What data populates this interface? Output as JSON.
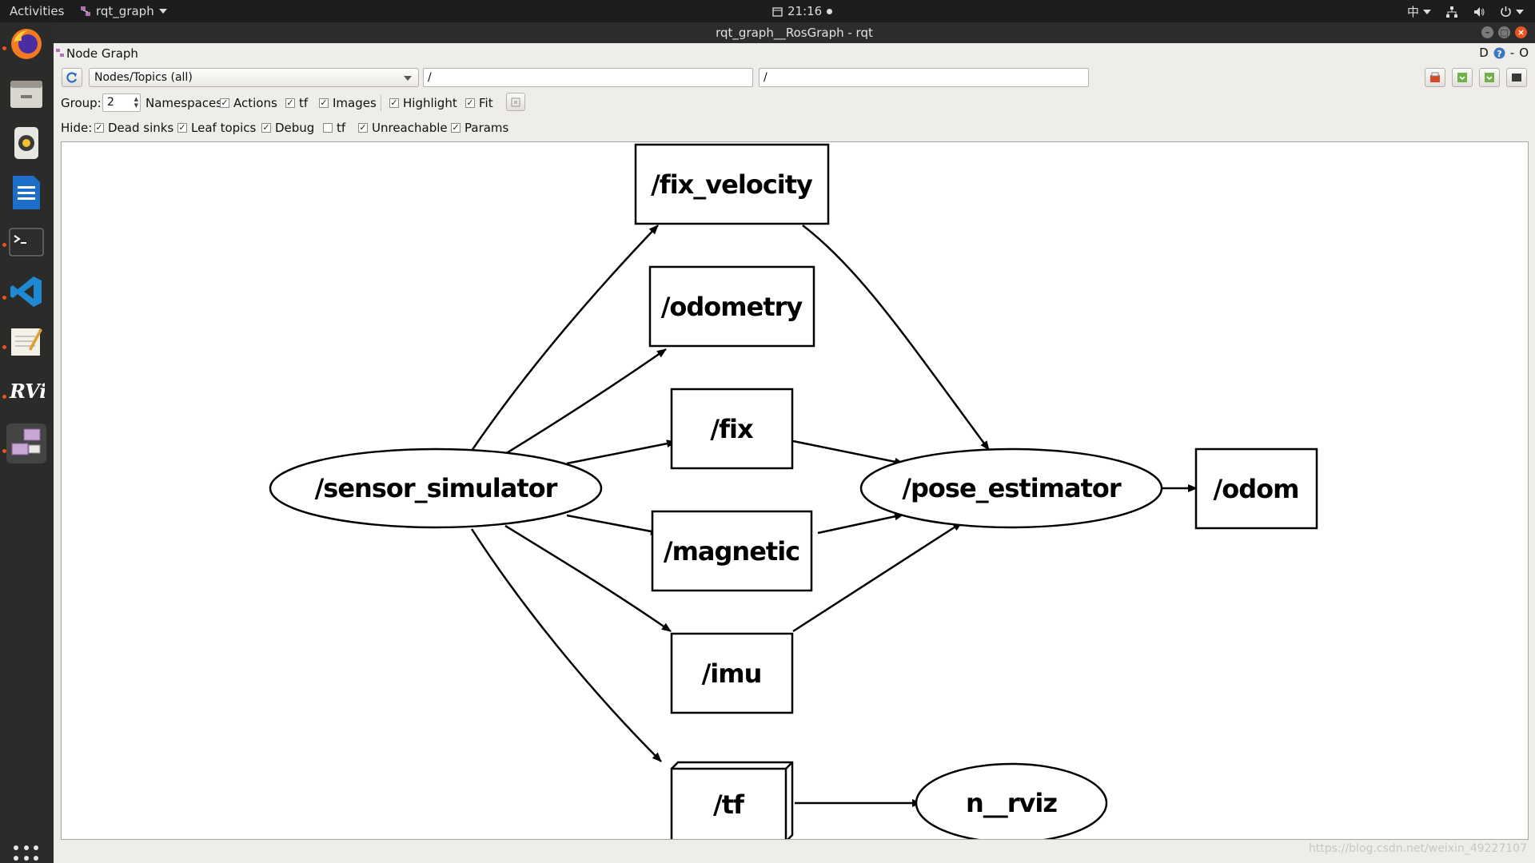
{
  "topbar": {
    "activities": "Activities",
    "app_name": "rqt_graph",
    "clock": "21:16",
    "input_method": "中"
  },
  "window": {
    "title": "rqt_graph__RosGraph - rqt",
    "panel_title": "Node Graph",
    "panel_buttons": [
      "D",
      "-",
      "O"
    ]
  },
  "toolbar": {
    "mode_select": "Nodes/Topics (all)",
    "node_filter": "/",
    "topic_filter": "/"
  },
  "options": {
    "group_label": "Group:",
    "group_value": "2",
    "items": [
      {
        "label": "Namespaces",
        "checked": false
      },
      {
        "label": "Actions",
        "checked": true
      },
      {
        "label": "tf",
        "checked": true
      },
      {
        "label": "Images",
        "checked": true
      },
      {
        "label": "Highlight",
        "checked": true
      },
      {
        "label": "Fit",
        "checked": true
      }
    ]
  },
  "hide": {
    "label": "Hide:",
    "items": [
      {
        "label": "Dead sinks",
        "checked": true
      },
      {
        "label": "Leaf topics",
        "checked": true
      },
      {
        "label": "Debug",
        "checked": true
      },
      {
        "label": "tf",
        "checked": false
      },
      {
        "label": "Unreachable",
        "checked": true
      },
      {
        "label": "Params",
        "checked": true
      }
    ]
  },
  "graph": {
    "nodes": [
      {
        "id": "sensor_simulator",
        "label": "/sensor_simulator",
        "shape": "ellipse"
      },
      {
        "id": "pose_estimator",
        "label": "/pose_estimator",
        "shape": "ellipse"
      },
      {
        "id": "rviz",
        "label": "n__rviz",
        "shape": "ellipse"
      },
      {
        "id": "fix_velocity",
        "label": "/fix_velocity",
        "shape": "box"
      },
      {
        "id": "odometry",
        "label": "/odometry",
        "shape": "box"
      },
      {
        "id": "fix",
        "label": "/fix",
        "shape": "box"
      },
      {
        "id": "magnetic",
        "label": "/magnetic",
        "shape": "box"
      },
      {
        "id": "imu",
        "label": "/imu",
        "shape": "box"
      },
      {
        "id": "odom",
        "label": "/odom",
        "shape": "box"
      },
      {
        "id": "tf",
        "label": "/tf",
        "shape": "box3d"
      }
    ],
    "edges": [
      {
        "from": "sensor_simulator",
        "to": "fix_velocity"
      },
      {
        "from": "sensor_simulator",
        "to": "odometry"
      },
      {
        "from": "sensor_simulator",
        "to": "fix"
      },
      {
        "from": "sensor_simulator",
        "to": "magnetic"
      },
      {
        "from": "sensor_simulator",
        "to": "imu"
      },
      {
        "from": "sensor_simulator",
        "to": "tf"
      },
      {
        "from": "fix_velocity",
        "to": "pose_estimator"
      },
      {
        "from": "fix",
        "to": "pose_estimator"
      },
      {
        "from": "magnetic",
        "to": "pose_estimator"
      },
      {
        "from": "imu",
        "to": "pose_estimator"
      },
      {
        "from": "pose_estimator",
        "to": "odom"
      },
      {
        "from": "tf",
        "to": "rviz"
      }
    ]
  },
  "watermark": "https://blog.csdn.net/weixin_49227107"
}
